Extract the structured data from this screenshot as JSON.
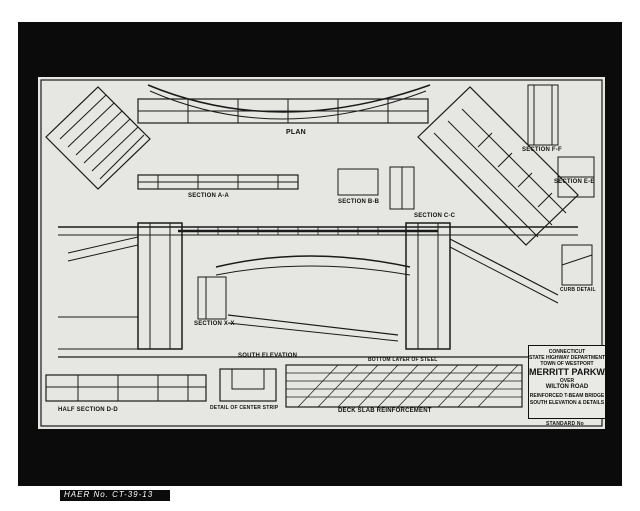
{
  "labels": {
    "plan": "PLAN",
    "section_aa": "SECTION A-A",
    "section_bb": "SECTION B-B",
    "section_cc": "SECTION C-C",
    "section_ee": "SECTION E-E",
    "section_ff": "SECTION F-F",
    "section_xx": "SECTION X-X",
    "south_elevation": "SOUTH ELEVATION",
    "curb_detail": "CURB DETAIL",
    "half_section_dd": "HALF SECTION D-D",
    "detail_center_strip": "DETAIL OF CENTER STRIP",
    "deck_slab": "DECK SLAB REINFORCEMENT",
    "bottom_layer": "BOTTOM LAYER OF STEEL"
  },
  "title_block": {
    "state": "CONNECTICUT",
    "department": "STATE HIGHWAY DEPARTMENT",
    "town": "TOWN OF WESTPORT",
    "parkway": "MERRITT PARKWAY",
    "over": "OVER",
    "road": "WILTON ROAD",
    "bridge": "REINFORCED T-BEAM BRIDGE",
    "sheet_title": "SOUTH ELEVATION & DETAILS"
  },
  "standard_no": "STANDARD No",
  "survey_id": "HAER No. CT-39-13"
}
